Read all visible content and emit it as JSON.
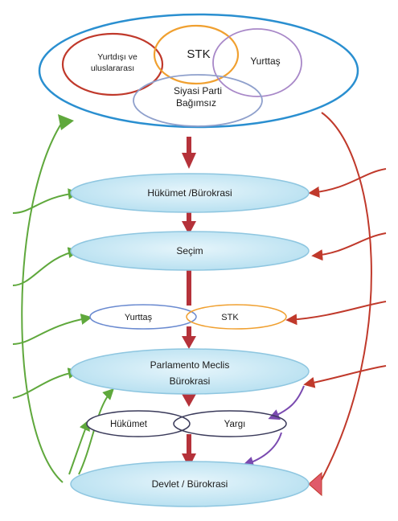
{
  "top_group": {
    "labels": {
      "abroad_line1": "Yurtdışı ve",
      "abroad_line2": "uluslararası",
      "stk": "STK",
      "citizen": "Yurttaş",
      "party_line1": "Siyasi Parti",
      "party_line2": "Bağımsız"
    }
  },
  "levels": {
    "government": "Hükümet /Bürokrasi",
    "election": "Seçim",
    "citizen": "Yurttaş",
    "stk": "STK",
    "parliament_line1": "Parlamento Meclis",
    "parliament_line2": "Bürokrasi",
    "gov_small": "Hükümet",
    "judiciary": "Yargı",
    "state": "Devlet / Bürokrasi"
  },
  "colors": {
    "outer_ellipse": "#2a8fd0",
    "abroad": "#c0392b",
    "stk": "#f0a030",
    "citizen": "#a888c8",
    "party": "#8fa0cc",
    "level_fill": "#bfe3f2",
    "level_stroke": "#8ec6e0",
    "center_arrow": "#b5323a",
    "left_arrows": "#5fa83c",
    "right_arrows": "#c0392b",
    "purple_arrows": "#7a4ab0",
    "small_ellipse_stroke": "#3a3a5a"
  }
}
